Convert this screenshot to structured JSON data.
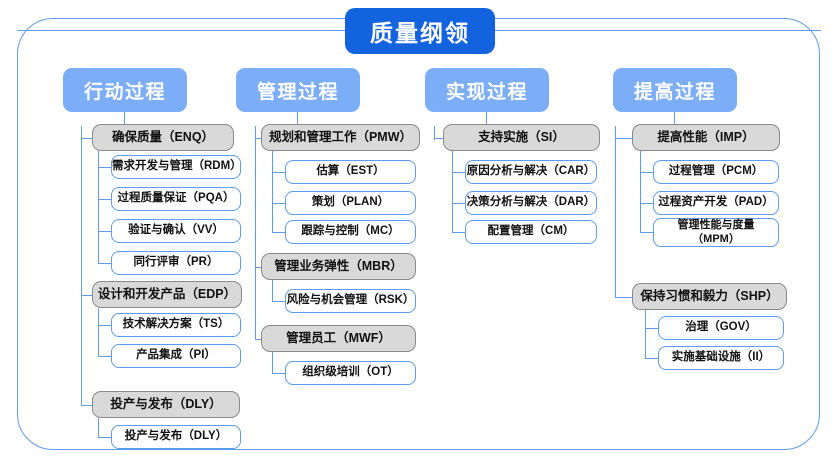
{
  "diagram": {
    "type": "org-tree",
    "root": {
      "label": "质量纲领"
    },
    "colors": {
      "root_fill": "#1363df",
      "column_head_fill": "#7cadf7",
      "group_fill": "#d9d9d9",
      "group_border": "#8a8a8a",
      "leaf_border": "#5b9bf0",
      "frame_border": "#5b9bf0",
      "text": "#111111"
    },
    "columns": [
      {
        "label": "行动过程",
        "groups": [
          {
            "label": "确保质量（ENQ）",
            "items": [
              {
                "label": "需求开发与管理（RDM）"
              },
              {
                "label": "过程质量保证（PQA）"
              },
              {
                "label": "验证与确认（VV）"
              },
              {
                "label": "同行评审（PR）"
              }
            ]
          },
          {
            "label": "设计和开发产品（EDP）",
            "items": [
              {
                "label": "技术解决方案（TS）"
              },
              {
                "label": "产品集成（PI）"
              }
            ]
          },
          {
            "label": "投产与发布（DLY）",
            "items": [
              {
                "label": "投产与发布（DLY）"
              }
            ]
          }
        ]
      },
      {
        "label": "管理过程",
        "groups": [
          {
            "label": "规划和管理工作（PMW）",
            "items": [
              {
                "label": "估算（EST）"
              },
              {
                "label": "策划（PLAN）"
              },
              {
                "label": "跟踪与控制（MC）"
              }
            ]
          },
          {
            "label": "管理业务弹性（MBR）",
            "items": [
              {
                "label": "风险与机会管理（RSK）"
              }
            ]
          },
          {
            "label": "管理员工（MWF）",
            "items": [
              {
                "label": "组织级培训（OT）"
              }
            ]
          }
        ]
      },
      {
        "label": "实现过程",
        "groups": [
          {
            "label": "支持实施（SI）",
            "items": [
              {
                "label": "原因分析与解决（CAR）"
              },
              {
                "label": "决策分析与解决（DAR）"
              },
              {
                "label": "配置管理（CM）"
              }
            ]
          }
        ]
      },
      {
        "label": "提高过程",
        "groups": [
          {
            "label": "提高性能（IMP）",
            "items": [
              {
                "label": "过程管理（PCM）"
              },
              {
                "label": "过程资产开发（PAD）"
              },
              {
                "label": "管理性能与度量\n（MPM）"
              }
            ]
          },
          {
            "label": "保持习惯和毅力（SHP）",
            "items": [
              {
                "label": "治理（GOV）"
              },
              {
                "label": "实施基础设施（II）"
              }
            ]
          }
        ]
      }
    ]
  }
}
